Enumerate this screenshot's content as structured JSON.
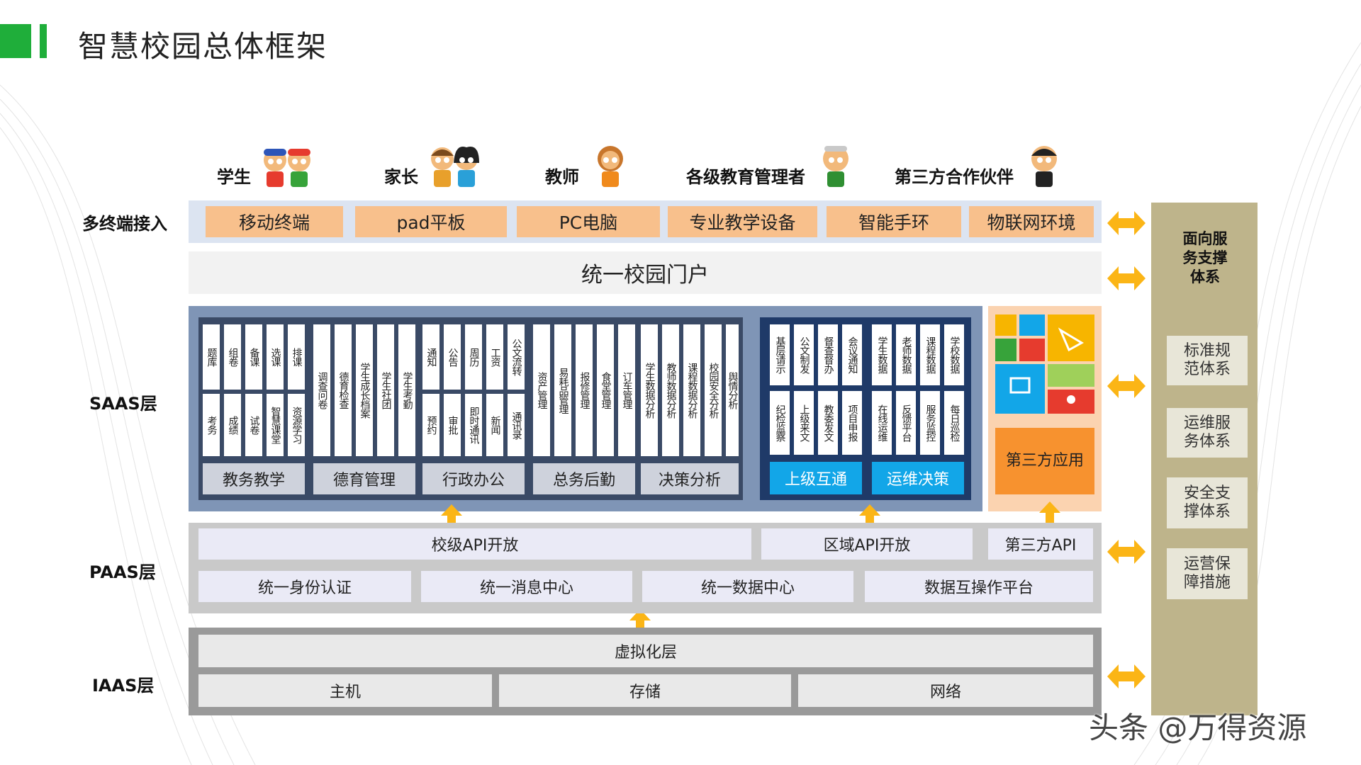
{
  "title": "智慧校园总体框架",
  "roles": [
    "学生",
    "家长",
    "教师",
    "各级教育管理者",
    "第三方合作伙伴"
  ],
  "layers": {
    "terminal": "多终端接入",
    "saas": "SAAS层",
    "paas": "PAAS层",
    "iaas": "IAAS层"
  },
  "devices": [
    "移动终端",
    "pad平板",
    "PC电脑",
    "专业教学设备",
    "智能手环",
    "物联网环境"
  ],
  "portal": "统一校园门户",
  "saas_groups": [
    {
      "label": "教务教学",
      "top": [
        "题库",
        "组卷",
        "备课",
        "选课",
        "排课"
      ],
      "bottom": [
        "考务",
        "成绩",
        "试卷",
        "智慧课堂",
        "资源学习"
      ]
    },
    {
      "label": "德育管理",
      "full": [
        "调查问卷",
        "德育检查",
        "学生成长档案",
        "学生社团",
        "学生考勤"
      ]
    },
    {
      "label": "行政办公",
      "top": [
        "通知",
        "公告",
        "周历",
        "工资",
        "公文流转"
      ],
      "bottom": [
        "预约",
        "审批",
        "即时通讯",
        "新闻",
        "通讯录"
      ]
    },
    {
      "label": "总务后勤",
      "full": [
        "资产管理",
        "易耗品管理",
        "报修管理",
        "食堂管理",
        "订车管理"
      ]
    },
    {
      "label": "决策分析",
      "full": [
        "学生数据分析",
        "教师数据分析",
        "课程数据分析",
        "校园安全分析",
        "舆情分析"
      ]
    }
  ],
  "region_groups": [
    {
      "label": "上级互通",
      "top": [
        "基层请示",
        "公文制发",
        "督查督办",
        "会议通知"
      ],
      "bottom": [
        "纪检监察",
        "上级来文",
        "教委发文",
        "项目申报"
      ]
    },
    {
      "label": "运维决策",
      "top": [
        "学生数据",
        "老师数据",
        "课程数据",
        "学校数据"
      ],
      "bottom": [
        "在线运维",
        "反馈平台",
        "服务监控",
        "每日巡检"
      ]
    }
  ],
  "third_party_app": "第三方应用",
  "paas_row1": [
    "校级API开放",
    "区域API开放",
    "第三方API"
  ],
  "paas_row2": [
    "统一身份认证",
    "统一消息中心",
    "统一数据中心",
    "数据互操作平台"
  ],
  "iaas_row1": "虚拟化层",
  "iaas_row2": [
    "主机",
    "存储",
    "网络"
  ],
  "side_panel": {
    "title": "面向服务支撑体系",
    "items": [
      "标准规范体系",
      "运维服务体系",
      "安全支撑体系",
      "运营保障措施"
    ]
  },
  "watermark": "头条 @万得资源",
  "colors": {
    "brand_green": "#1fae3a",
    "device_orange": "#f8c08c",
    "saas_panel": "#7f95b6",
    "region_panel": "#1f3a68",
    "highlight_blue": "#12a6e8",
    "third_party_orange": "#f7922f",
    "arrow_yellow": "#fbb516",
    "side_panel": "#beb48b"
  }
}
